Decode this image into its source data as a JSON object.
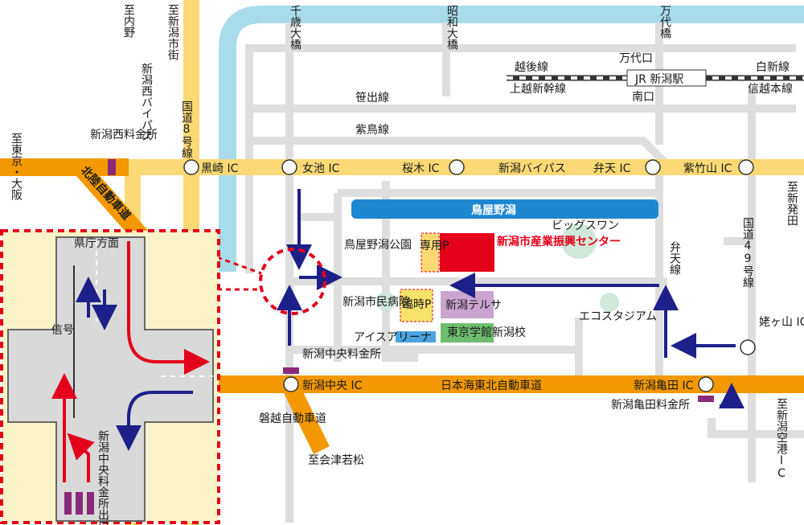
{
  "colors": {
    "expressway": "#f39800",
    "national_road": "#fcd975",
    "street": "#dedede",
    "river": "#a8dcea",
    "lagoon": "#1e87d2",
    "route_arrow": "#1d2088",
    "highlight_red": "#e4001a",
    "toll_gate": "#8b2a7a",
    "terrsa": "#c9a5d0",
    "tokyo_gakukan": "#6ebd6e",
    "ice_arena": "#4ba3e0",
    "temp_parking": "#f7e36b",
    "green_area": "#cfe8da",
    "inset_bg": "#fbf3c8"
  },
  "directions": {
    "to_uchino": "至内野",
    "to_niigata_shigai": "至新潟市街",
    "to_tokyo_osaka": "至東京・大阪",
    "to_shinhotta": "至新発田",
    "to_aizuwakamatsu": "至会津若松",
    "to_niigata_airport_ic": "至新潟空港IC",
    "kencho_direction": "県庁方面"
  },
  "bridges": {
    "chitose": "千歳大橋",
    "showa": "昭和大橋",
    "bandai": "万代橋"
  },
  "rail": {
    "echigo_line": "越後線",
    "joetsu_shinkansen": "上越新幹線",
    "station": "JR 新潟駅",
    "bandai_exit": "万代口",
    "minami_exit": "南口",
    "hakushin_line": "白新線",
    "shinetsu_line": "信越本線"
  },
  "roads": {
    "sasade": "笹出線",
    "shichiku": "紫鳥線",
    "nishi_bypass": "新潟西バイパス",
    "route8": "国道8号線",
    "niigata_bypass": "新潟バイパス",
    "benten_line": "弁天線",
    "route49": "国道49号線",
    "nihonkai_tohoku": "日本海東北自動車道",
    "bandai_expressway": "磐越自動車道",
    "hokuriku_expressway": "北陸自動車道"
  },
  "interchanges": {
    "kurosaki": "黒崎 IC",
    "menaike": "女池 IC",
    "sakuragi": "桜木 IC",
    "benten": "弁天 IC",
    "shichikuyama": "紫竹山 IC",
    "niigata_chuo": "新潟中央 IC",
    "niigata_kameda": "新潟亀田 IC",
    "ubagayama": "姥ヶ山 IC"
  },
  "tolls": {
    "niigata_nishi": "新潟西料金所",
    "niigata_chuo": "新潟中央料金所",
    "niigata_kameda": "新潟亀田料金所"
  },
  "places": {
    "toyanogata": "鳥屋野潟",
    "toyanogata_park": "鳥屋野潟公園",
    "big_swan": "ビッグスワン",
    "venue": "新潟市産業振興センター",
    "dedicated_parking": "専用P",
    "temporary_parking": "臨時P",
    "city_hospital": "新潟市民病院",
    "terrsa": "新潟テルサ",
    "tokyo_gakukan": "東京学館新潟校",
    "ice_arena": "アイスアリーナ",
    "eco_stadium": "エコスタジアム"
  },
  "inset": {
    "signal": "信号",
    "exit_label": "新潟中央料金所出口"
  }
}
